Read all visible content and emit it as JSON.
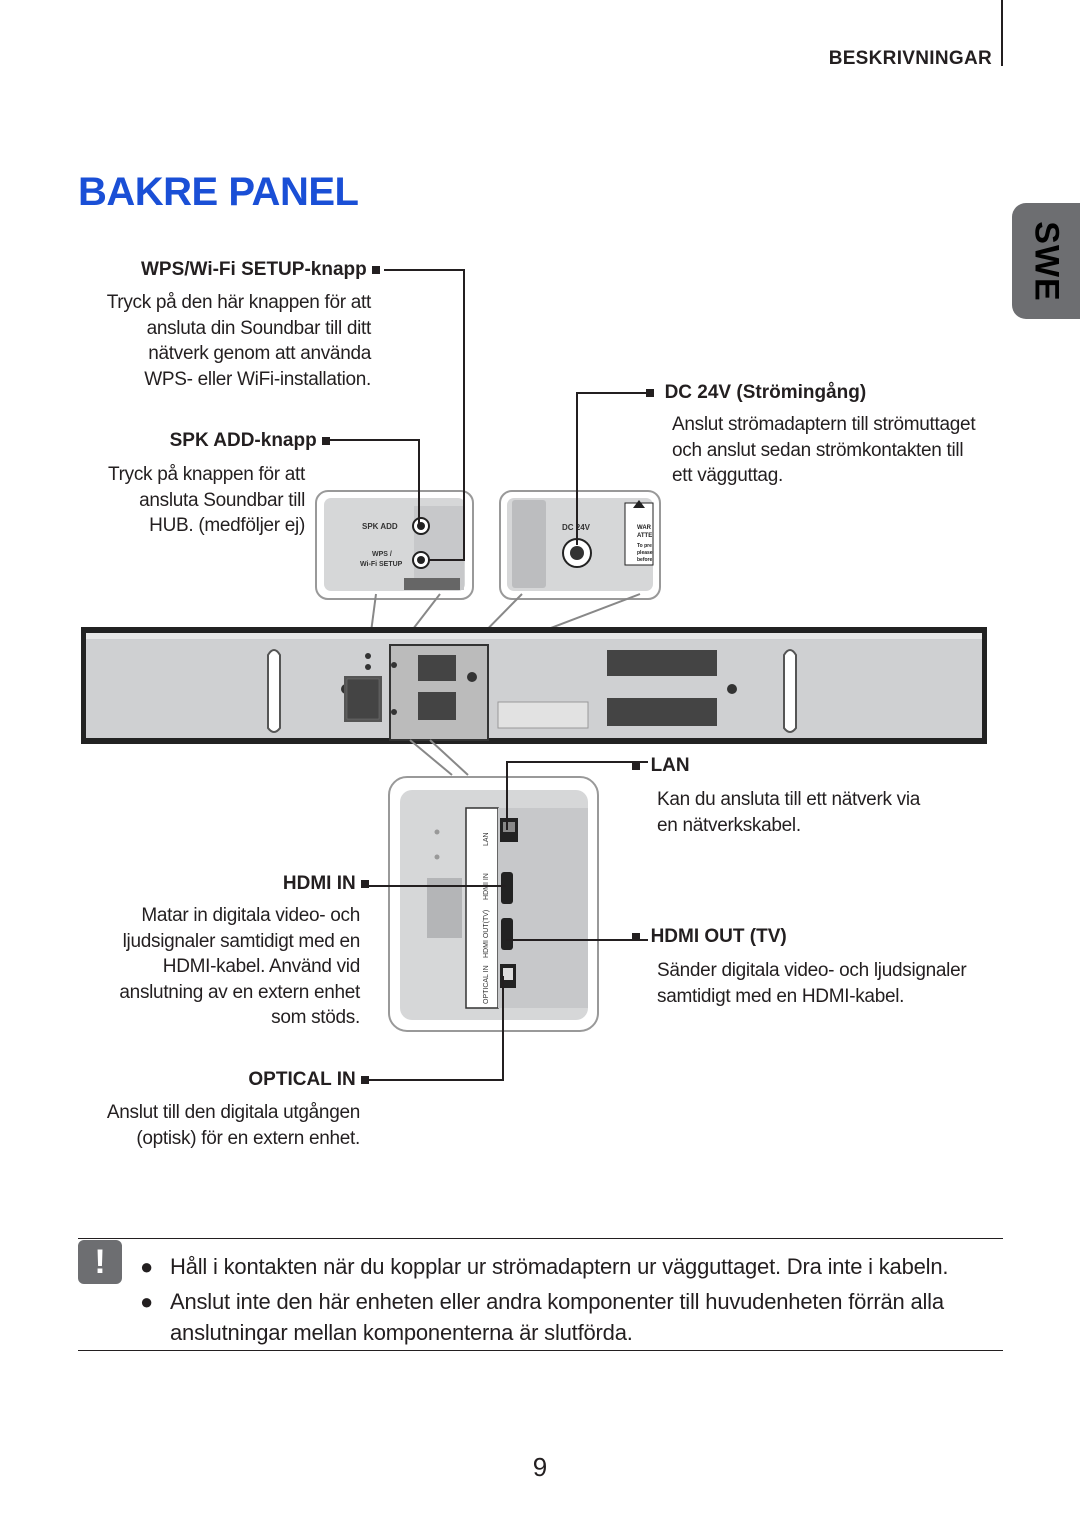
{
  "header": {
    "section": "BESKRIVNINGAR"
  },
  "title": "BAKRE PANEL",
  "lang_tab": "SWE",
  "callouts": {
    "wps": {
      "label": "WPS/Wi-Fi SETUP-knapp",
      "lines": [
        "Tryck på den här knappen för att",
        "ansluta din Soundbar till ditt",
        "nätverk genom att använda",
        "WPS- eller WiFi-installation."
      ]
    },
    "spk": {
      "label": "SPK ADD-knapp",
      "lines": [
        "Tryck på knappen för att",
        "ansluta Soundbar till",
        "HUB. (medföljer ej)"
      ]
    },
    "dc": {
      "label": "DC 24V (Strömingång)",
      "lines": [
        "Anslut strömadaptern till strömuttaget",
        "och anslut sedan strömkontakten till",
        "ett vägguttag."
      ]
    },
    "lan": {
      "label": "LAN",
      "lines": [
        "Kan du ansluta till ett nätverk via",
        "en nätverkskabel."
      ]
    },
    "hdmi_in": {
      "label": "HDMI IN",
      "lines": [
        "Matar in digitala video- och",
        "ljudsignaler samtidigt med en",
        "HDMI-kabel. Använd vid",
        "anslutning av en extern enhet",
        "som stöds."
      ]
    },
    "hdmi_out": {
      "label": "HDMI OUT (TV)",
      "lines": [
        "Sänder digitala video- och ljudsignaler",
        "samtidigt med en HDMI-kabel."
      ]
    },
    "optical": {
      "label": "OPTICAL IN",
      "lines": [
        "Anslut till den digitala utgången",
        "(optisk) för en extern enhet."
      ]
    }
  },
  "device_labels": {
    "spk_add": "SPK ADD",
    "wps_1": "WPS /",
    "wps_2": "Wi-Fi SETUP",
    "dc": "DC 24V",
    "warn_1": "WAR",
    "warn_2": "ATTE",
    "warn_3": "To pre",
    "warn_4": "please",
    "warn_5": "before",
    "port_lan": "LAN",
    "port_hdmi_in": "HDMI IN",
    "port_hdmi_out": "HDMI OUT(TV)",
    "port_optical": "OPTICAL IN"
  },
  "notes": {
    "icon": "!",
    "bullet": "●",
    "items": [
      {
        "lines": [
          "Håll i kontakten när du kopplar ur strömadaptern ur vägguttaget. Dra inte i kabeln."
        ]
      },
      {
        "lines": [
          "Anslut inte den här enheten eller andra komponenter till huvudenheten förrän alla",
          "anslutningar mellan komponenterna är slutförda."
        ]
      }
    ]
  },
  "page_number": "9",
  "colors": {
    "title": "#1a4fd6",
    "tab": "#6d6e71",
    "text": "#231f20"
  }
}
